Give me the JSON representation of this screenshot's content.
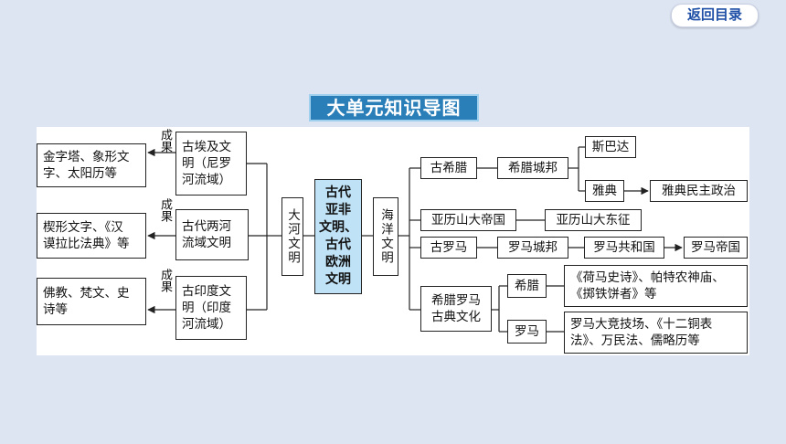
{
  "nav": {
    "back_label": "返回目录"
  },
  "title": "大单元知识导图",
  "left": {
    "outcome_tag": "成果",
    "civs": [
      {
        "name": "古埃及文\n明（尼罗\n河流域）",
        "result": "金字塔、象形文\n字、太阳历等"
      },
      {
        "name": "古代两河\n流域文明",
        "result": "楔形文字、《汉\n谟拉比法典》等"
      },
      {
        "name": "古印度文\n明（印度\n河流域）",
        "result": "佛教、梵文、史\n诗等"
      }
    ]
  },
  "river": "大河文明",
  "center": "古代\n亚非\n文明、\n古代\n欧洲\n文明",
  "ocean": "海洋文明",
  "right": {
    "greece": "古希腊",
    "greek_city": "希腊城邦",
    "sparta": "斯巴达",
    "athens": "雅典",
    "athens_democracy": "雅典民主政治",
    "alexander_empire": "亚历山大帝国",
    "alexander_expedition": "亚历山大东征",
    "rome": "古罗马",
    "rome_city": "罗马城邦",
    "rome_republic": "罗马共和国",
    "rome_empire": "罗马帝国",
    "classical": "希腊罗马\n古典文化",
    "greek_culture": "希腊",
    "greek_culture_items": "《荷马史诗》、帕特农神庙、\n《掷铁饼者》等",
    "roman_culture": "罗马",
    "roman_culture_items": "罗马大竞技场、《十二铜表\n法》、万民法、儒略历等"
  }
}
